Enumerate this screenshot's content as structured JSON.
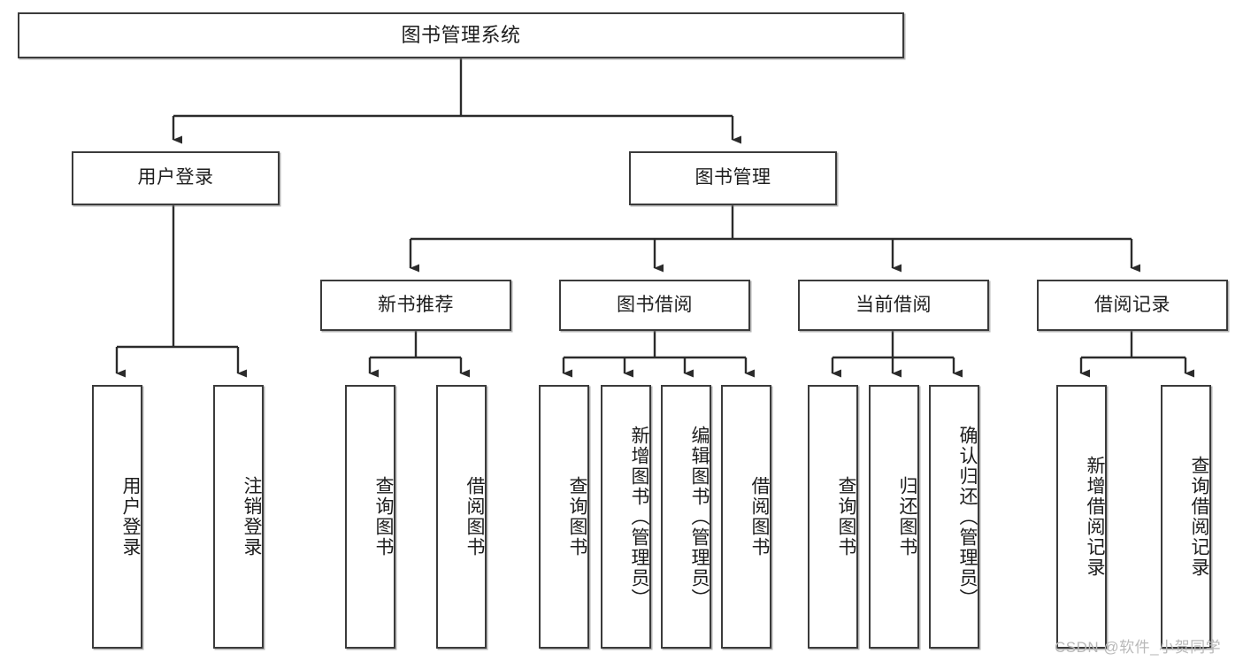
{
  "diagram": {
    "type": "tree",
    "title": "图书管理系统",
    "watermark": "CSDN @软件_小贺同学",
    "colors": {
      "node_border": "#3b3b3b",
      "node_fill": "#ffffff",
      "edge": "#2b2b2b",
      "text": "#1d1d1d",
      "watermark": "#b9b9b9"
    },
    "root": {
      "label": "图书管理系统",
      "orientation": "horizontal"
    },
    "level1": [
      {
        "label": "用户登录",
        "orientation": "horizontal"
      },
      {
        "label": "图书管理",
        "orientation": "horizontal"
      }
    ],
    "level2": [
      {
        "label": "新书推荐",
        "orientation": "horizontal",
        "parent": "图书管理"
      },
      {
        "label": "图书借阅",
        "orientation": "horizontal",
        "parent": "图书管理"
      },
      {
        "label": "当前借阅",
        "orientation": "horizontal",
        "parent": "图书管理"
      },
      {
        "label": "借阅记录",
        "orientation": "horizontal",
        "parent": "图书管理"
      }
    ],
    "leaves": {
      "用户登录": [
        {
          "label": "用户登录",
          "orientation": "vertical"
        },
        {
          "label": "注销登录",
          "orientation": "vertical"
        }
      ],
      "新书推荐": [
        {
          "label": "查询图书",
          "orientation": "vertical"
        },
        {
          "label": "借阅图书",
          "orientation": "vertical"
        }
      ],
      "图书借阅": [
        {
          "label": "查询图书",
          "orientation": "vertical"
        },
        {
          "label": "新增图书（管理员）",
          "orientation": "vertical"
        },
        {
          "label": "编辑图书（管理员）",
          "orientation": "vertical"
        },
        {
          "label": "借阅图书",
          "orientation": "vertical"
        }
      ],
      "当前借阅": [
        {
          "label": "查询图书",
          "orientation": "vertical"
        },
        {
          "label": "归还图书",
          "orientation": "vertical"
        },
        {
          "label": "确认归还（管理员）",
          "orientation": "vertical"
        }
      ],
      "借阅记录": [
        {
          "label": "新增借阅记录",
          "orientation": "vertical"
        },
        {
          "label": "查询借阅记录",
          "orientation": "vertical"
        }
      ]
    },
    "nodes_flat": {
      "root": "图书管理系统",
      "n_user_login": "用户登录",
      "n_book_mgmt": "图书管理",
      "n_new_book_rec": "新书推荐",
      "n_book_borrow": "图书借阅",
      "n_current_borrow": "当前借阅",
      "n_borrow_record": "借阅记录",
      "l_user_login": "用户登录",
      "l_logout": "注销登录",
      "l_query_book_a": "查询图书",
      "l_borrow_book_a": "借阅图书",
      "l_query_book_b": "查询图书",
      "l_add_book": "新增图书（管理员）",
      "l_edit_book": "编辑图书（管理员）",
      "l_borrow_book_b": "借阅图书",
      "l_query_book_c": "查询图书",
      "l_return_book": "归还图书",
      "l_confirm_return": "确认归还（管理员）",
      "l_add_record": "新增借阅记录",
      "l_query_record": "查询借阅记录"
    }
  }
}
